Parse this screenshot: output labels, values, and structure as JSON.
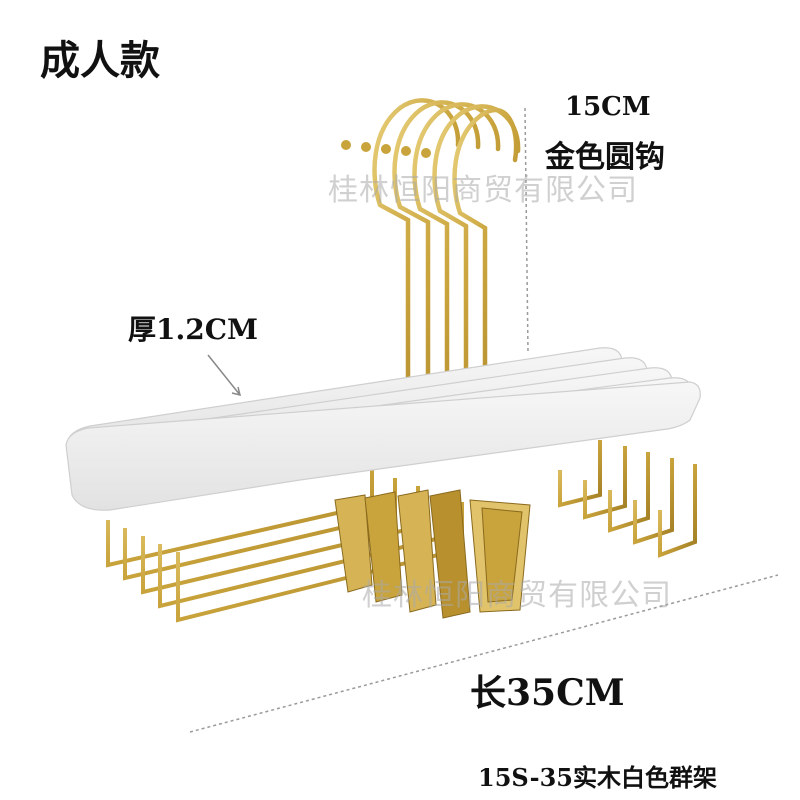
{
  "title": "成人款",
  "hook": {
    "size": "15CM",
    "description": "金色圆钩"
  },
  "thickness": "厚1.2CM",
  "length": "长35CM",
  "model": "15S-35实木白色群架",
  "watermark": "桂林恒阳商贸有限公司",
  "colors": {
    "wood": "#efefef",
    "metal": "#c9a33b",
    "text": "#111111"
  }
}
